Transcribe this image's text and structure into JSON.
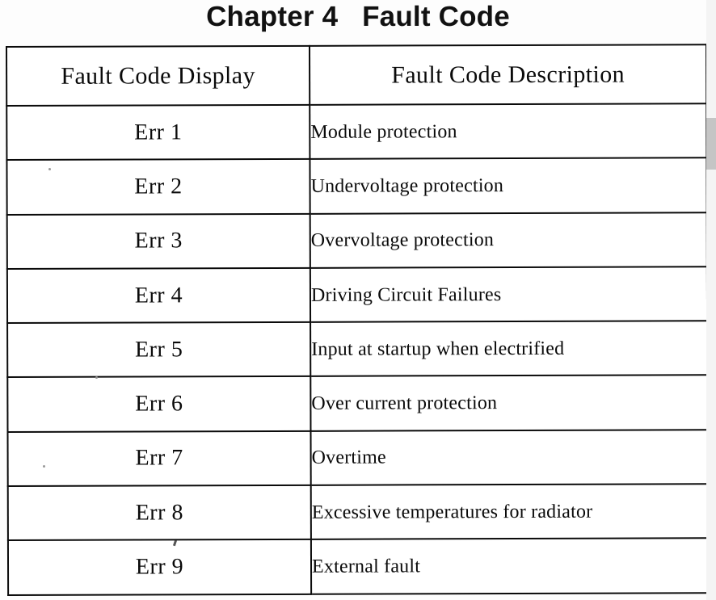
{
  "document": {
    "title": "Chapter 4   Fault Code"
  },
  "table": {
    "headers": {
      "code": "Fault Code Display",
      "description": "Fault Code Description"
    },
    "rows": [
      {
        "code": "Err 1",
        "description": "Module protection"
      },
      {
        "code": "Err 2",
        "description": "Undervoltage protection"
      },
      {
        "code": "Err 3",
        "description": "Overvoltage protection"
      },
      {
        "code": "Err 4",
        "description": "Driving Circuit Failures"
      },
      {
        "code": "Err 5",
        "description": "Input at startup when electrified"
      },
      {
        "code": "Err 6",
        "description": "Over current protection"
      },
      {
        "code": "Err 7",
        "description": "Overtime"
      },
      {
        "code": "Err 8",
        "description": "Excessive temperatures for radiator"
      },
      {
        "code": "Err 9",
        "description": "External fault"
      }
    ]
  },
  "colors": {
    "page_background": "#fdfdfd",
    "cell_background": "#ffffff",
    "ink": "#0a0a0a",
    "scan_edge_strip": "#c2c2c2",
    "scan_edge_gutter": "#f4f4f4"
  }
}
